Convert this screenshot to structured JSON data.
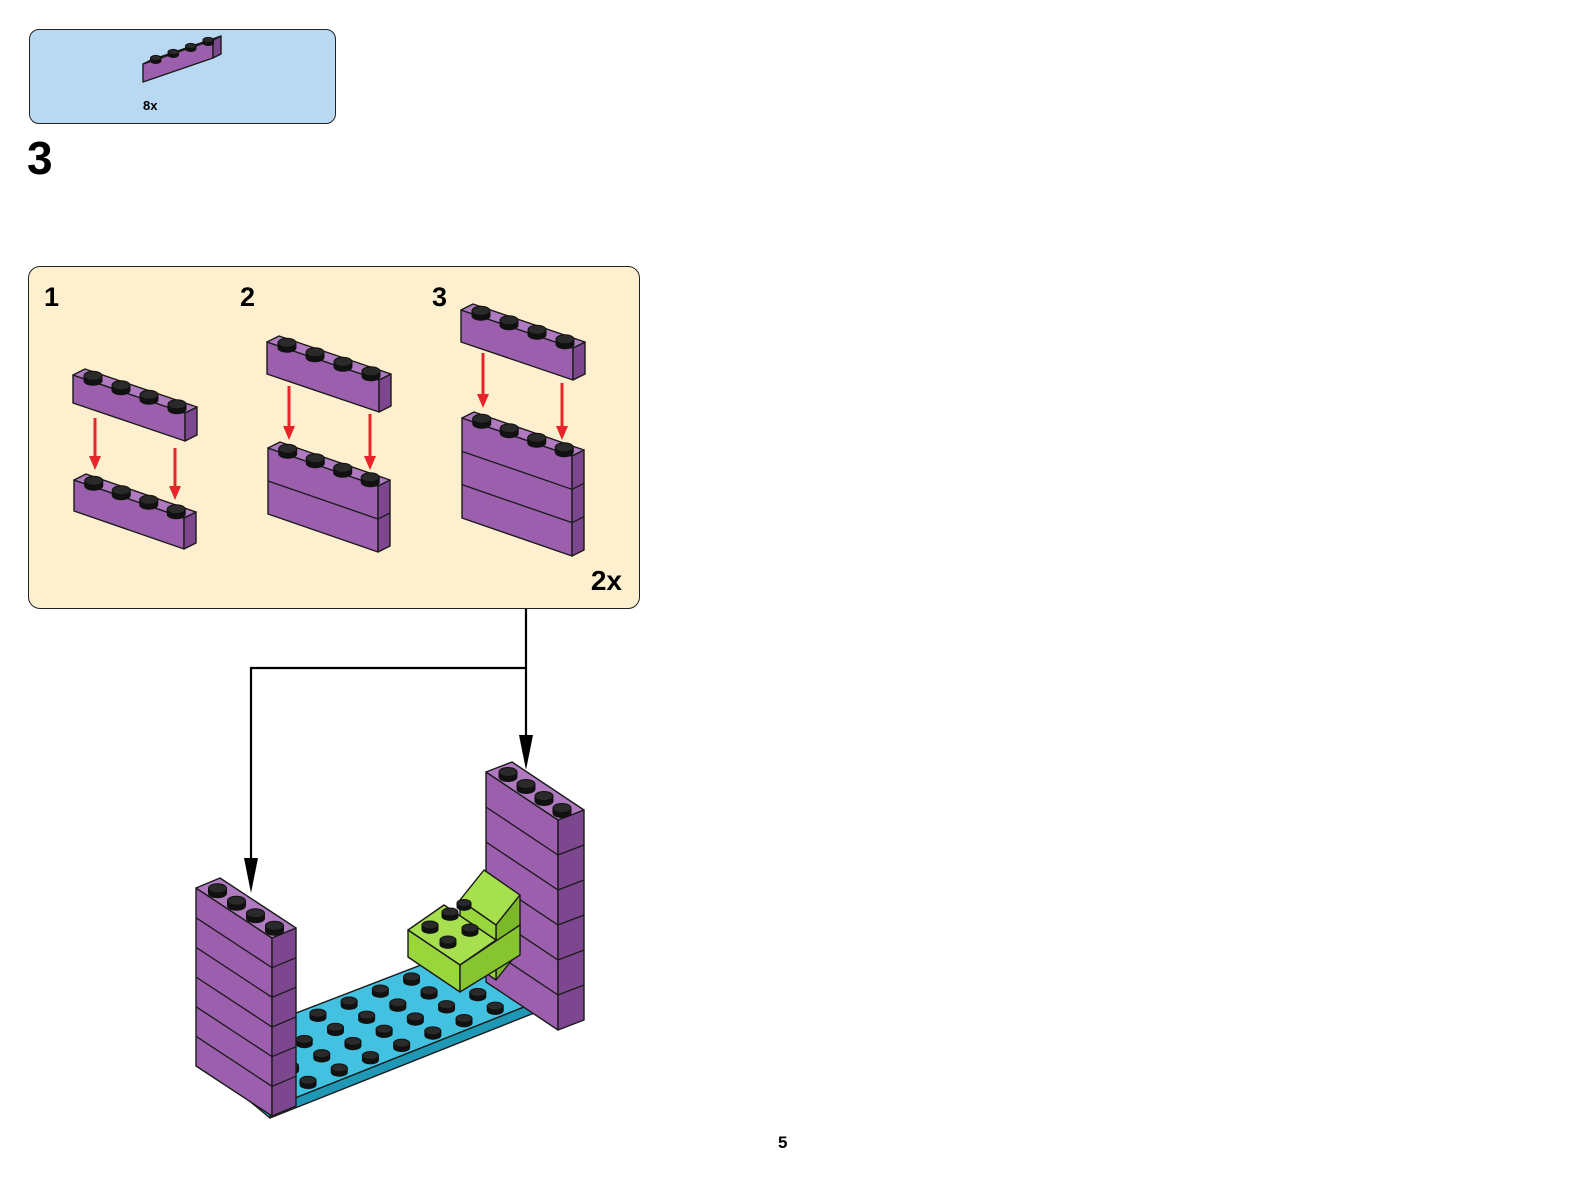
{
  "parts": {
    "count_label": "8x",
    "part_color": "#9b5fad"
  },
  "step": {
    "number": "3"
  },
  "sub_assembly": {
    "steps": [
      {
        "label": "1"
      },
      {
        "label": "2"
      },
      {
        "label": "3"
      }
    ],
    "multiplier": "2x"
  },
  "page": {
    "number": "5"
  },
  "colors": {
    "brick_purple": "#9b5fad",
    "brick_purple_top": "#b07ac0",
    "brick_purple_side": "#7d4790",
    "plate_blue": "#2fb8d8",
    "plate_blue_top": "#42c2e0",
    "plate_blue_side": "#1f98b6",
    "brick_green": "#98d63c",
    "brick_green_top": "#a6e04e",
    "arrow_red": "#e8242a",
    "parts_bg": "#b9d8f2",
    "subassembly_bg": "#fef0cf"
  }
}
